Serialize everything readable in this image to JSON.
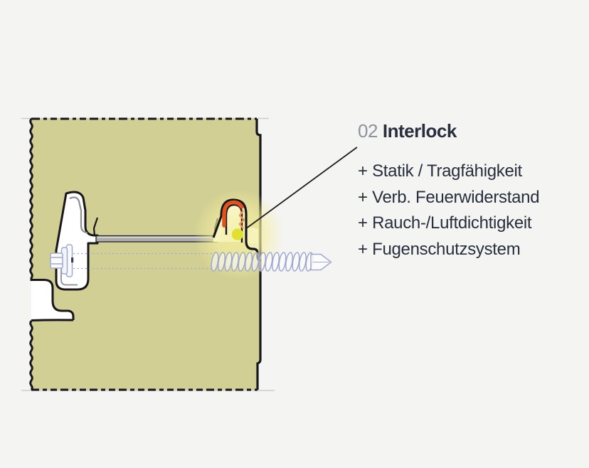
{
  "annotation": {
    "number": "02",
    "title": "Interlock",
    "number_color": "#8d929b",
    "title_color": "#272e3c",
    "features": [
      "+ Statik / Tragfähigkeit",
      "+ Verb. Feuerwiderstand",
      "+ Rauch-/Luftdichtigkeit",
      "+ Fugenschutzsystem"
    ]
  },
  "diagram": {
    "background_color": "#f4f4f3",
    "panel_fill_color": "#d2cf94",
    "outline_color": "#16161b",
    "joint_fill_color": "#ffffff",
    "sheet_color": "#ababab",
    "highlight_orange_color": "#e05320",
    "sealant_orange_color": "#ef9350",
    "highlight_dot_color": "#e1df2f",
    "glow_color": "#f3ee9f",
    "fastener_color": "#9fa9d0"
  }
}
